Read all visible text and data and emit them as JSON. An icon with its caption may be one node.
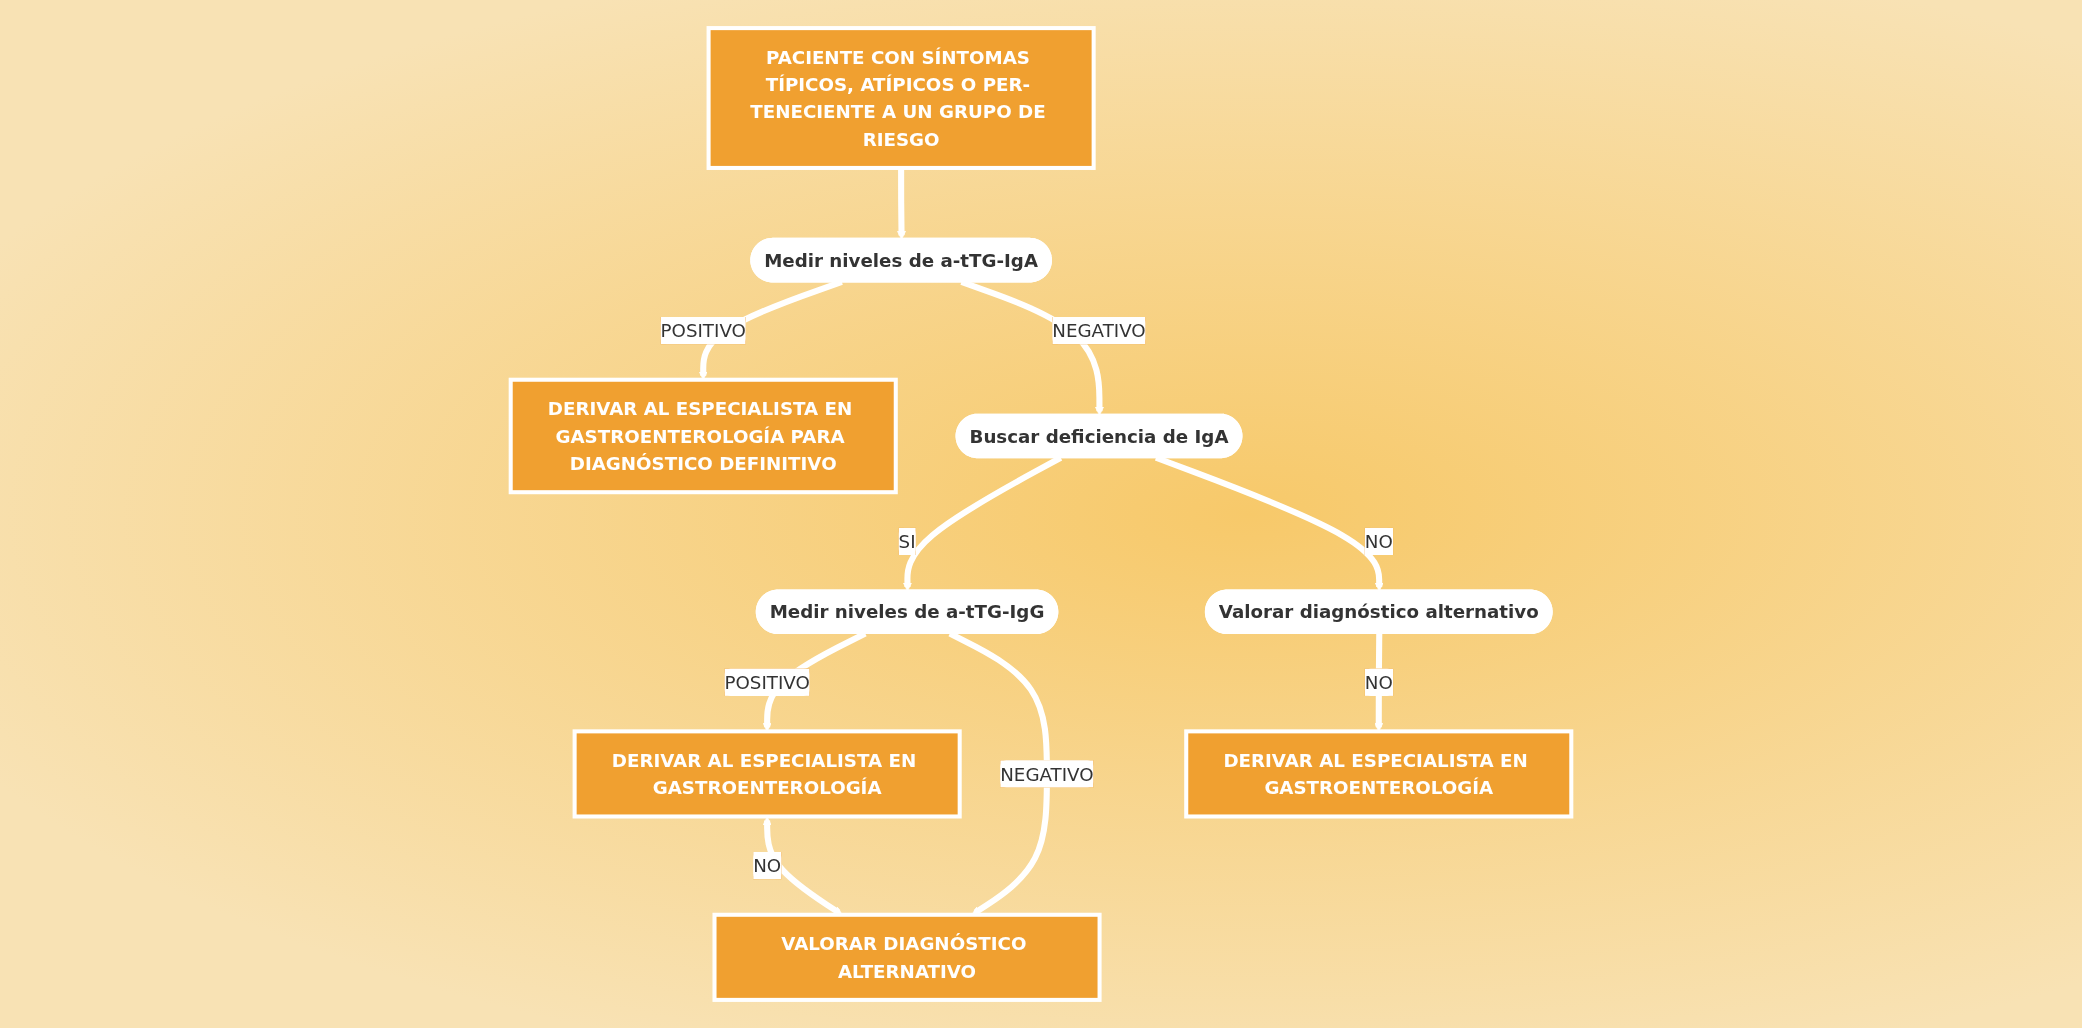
{
  "diagram": {
    "nodes": [
      {
        "text": [
          "PACIENTE CON SÍNTOMAS TÍPICOS, ATÍPICOS O PER- TENECIENTE A UN GRUPO DE RIESGO"
        ]
      },
      {
        "text": [
          "Medir niveles de a-tTG-IgA"
        ]
      },
      {
        "text": [
          "DERIVAR AL ESPECIALISTA EN GASTROENTEROLOGÍA PARA DIAGNÓSTICO DEFINITIVO"
        ]
      },
      {
        "text": [
          "Buscar deficiencia de IgA"
        ]
      },
      {
        "text": [
          "Medir niveles de a-tTG-IgG"
        ]
      },
      {
        "text": [
          "Valorar diagnóstico alternativo"
        ]
      },
      {
        "text": [
          "DERIVAR AL ESPECIALISTA EN GASTROENTEROLOGÍA"
        ]
      },
      {
        "text": [
          "VALORAR DIAGNÓSTICO ALTERNATIVO"
        ]
      },
      {
        "text": [
          "DERIVAR AL ESPECIALISTA EN GASTROENTEROLOGÍA"
        ]
      }
    ],
    "edges": [
      {
        "from": 0,
        "to": 1,
        "arrow": "to"
      },
      {
        "from": 1,
        "to": 2,
        "label": "POSITIVO",
        "arrow": "to"
      },
      {
        "from": 1,
        "to": 3,
        "label": "NEGATIVO",
        "arrow": "to"
      },
      {
        "from": 3,
        "to": 4,
        "label": "SI",
        "arrow": "to"
      },
      {
        "from": 3,
        "to": 5,
        "label": "NO",
        "arrow": "to"
      },
      {
        "from": 4,
        "to": 6,
        "label": "POSITIVO",
        "arrow": "to"
      },
      {
        "from": 4,
        "to": 7,
        "label": "NEGATIVO",
        "arrow": "to"
      },
      {
        "from": 6,
        "to": 7,
        "label": "NO",
        "arrow": "both"
      },
      {
        "from": 5,
        "to": 8,
        "label": "NO",
        "arrow": "to"
      }
    ]
  }
}
